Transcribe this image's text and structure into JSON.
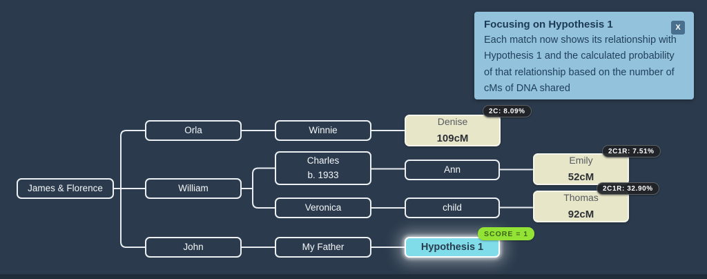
{
  "info_panel": {
    "title": "Focusing on Hypothesis 1",
    "body": "Each match now shows its relationship with Hypothesis 1 and the calculated probability of that relationship based on the number of cMs of DNA shared",
    "close_label": "X"
  },
  "tree": {
    "root": {
      "label": "James & Florence"
    },
    "orla": {
      "label": "Orla"
    },
    "william": {
      "label": "William"
    },
    "john": {
      "label": "John"
    },
    "winnie": {
      "label": "Winnie"
    },
    "charles": {
      "label": "Charles",
      "sublabel": "b. 1933"
    },
    "veronica": {
      "label": "Veronica"
    },
    "my_father": {
      "label": "My Father"
    },
    "ann": {
      "label": "Ann"
    },
    "child": {
      "label": "child"
    },
    "denise": {
      "name": "Denise",
      "cm": "109cM",
      "badge": "2C: 8.09%"
    },
    "emily": {
      "name": "Emily",
      "cm": "52cM",
      "badge": "2C1R: 7.51%"
    },
    "thomas": {
      "name": "Thomas",
      "cm": "92cM",
      "badge": "2C1R: 32.90%"
    },
    "hypothesis": {
      "label": "Hypothesis 1",
      "score_badge": "SCORE = 1"
    }
  },
  "colors": {
    "background": "#2b3b4d",
    "node_border": "#edf1f4",
    "connector": "#e9edf1",
    "match_node_fill": "#e8e6c8",
    "hypothesis_node_fill": "#7fdce8",
    "relationship_badge_bg": "#1f2226",
    "score_badge_bg": "#93e336",
    "info_panel_bg": "#93c2dd",
    "close_button_bg": "#48708e"
  }
}
